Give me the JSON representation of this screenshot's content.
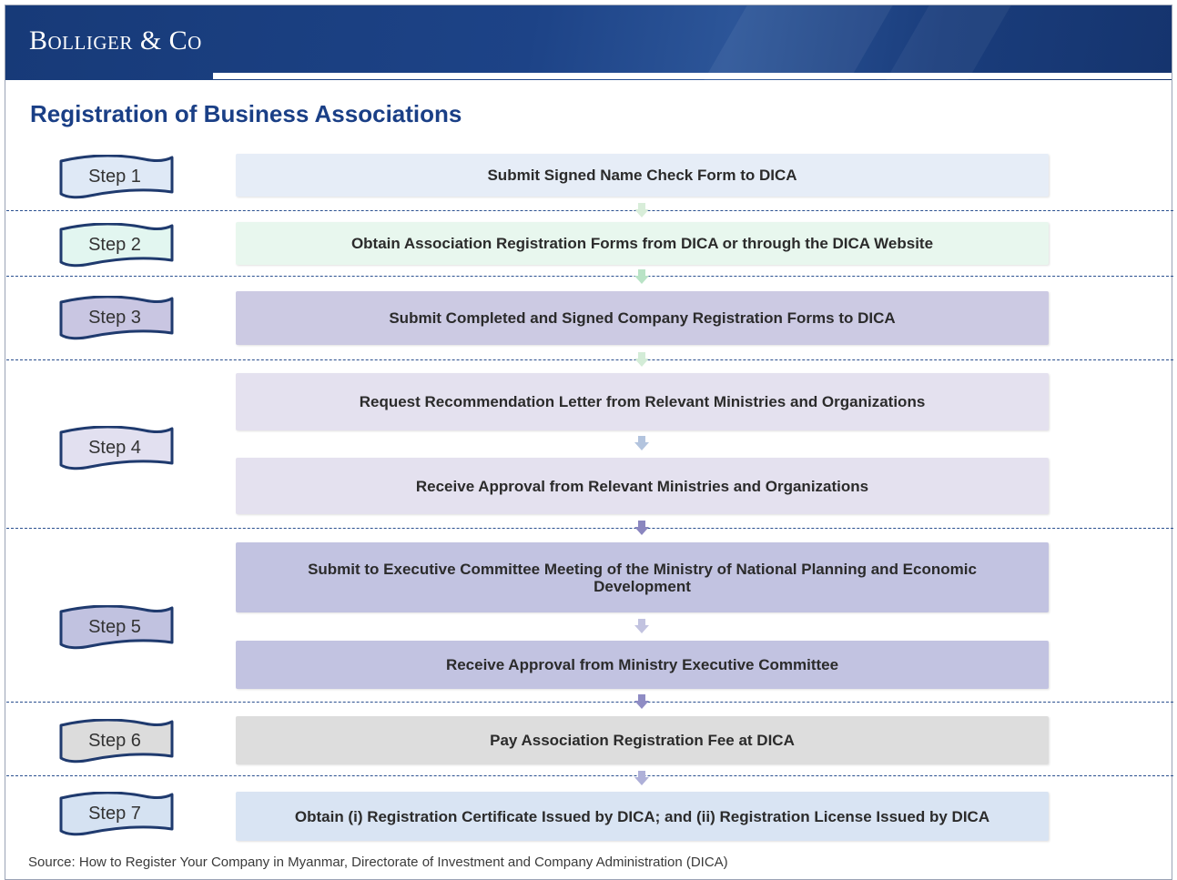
{
  "brand": {
    "logo_text": "Bolliger & Co"
  },
  "page": {
    "title": "Registration of Business Associations"
  },
  "steps": [
    {
      "label": "Step 1",
      "fill": "#dfe9f6",
      "actions": [
        {
          "text": "Submit Signed Name Check Form to DICA",
          "fill": "#e6edf7"
        }
      ]
    },
    {
      "label": "Step 2",
      "fill": "#e2f6f0",
      "actions": [
        {
          "text": "Obtain Association Registration Forms from DICA or through the DICA Website",
          "fill": "#e8f7ee"
        }
      ]
    },
    {
      "label": "Step 3",
      "fill": "#c9c6e2",
      "actions": [
        {
          "text": "Submit Completed and Signed Company Registration Forms to DICA",
          "fill": "#cccae3"
        }
      ]
    },
    {
      "label": "Step 4",
      "fill": "#e2e0f0",
      "actions": [
        {
          "text": "Request Recommendation Letter from Relevant Ministries and Organizations",
          "fill": "#e4e1ef"
        },
        {
          "text": "Receive Approval from Relevant Ministries and Organizations",
          "fill": "#e4e1ef"
        }
      ]
    },
    {
      "label": "Step 5",
      "fill": "#c1c2e0",
      "actions": [
        {
          "text": "Submit to Executive Committee Meeting of the Ministry of National Planning and Economic Development",
          "fill": "#c2c3e1"
        },
        {
          "text": "Receive Approval from Ministry Executive Committee",
          "fill": "#c2c3e1"
        }
      ]
    },
    {
      "label": "Step 6",
      "fill": "#dcdcdc",
      "actions": [
        {
          "text": "Pay Association Registration Fee at DICA",
          "fill": "#dddddd"
        }
      ]
    },
    {
      "label": "Step 7",
      "fill": "#d5e2f2",
      "actions": [
        {
          "text": "Obtain (i) Registration Certificate Issued by DICA; and (ii) Registration License Issued by DICA",
          "fill": "#d9e4f3"
        }
      ]
    }
  ],
  "arrows": [
    {
      "color": "#d8edd9"
    },
    {
      "color": "#b9e3c6"
    },
    {
      "color": "#d3ecd7"
    },
    {
      "color": "#b3c4de"
    },
    {
      "color": "#8a86bf"
    },
    {
      "color": "#c2c3e0"
    },
    {
      "color": "#8f8cc4"
    },
    {
      "color": "#aeb0d8"
    }
  ],
  "source": "Source: How to Register Your Company in Myanmar, Directorate of Investment and Company Administration (DICA)",
  "colors": {
    "brand_blue": "#1a3f86",
    "tag_border": "#1f3a6e",
    "divider": "#2a4f8f"
  }
}
